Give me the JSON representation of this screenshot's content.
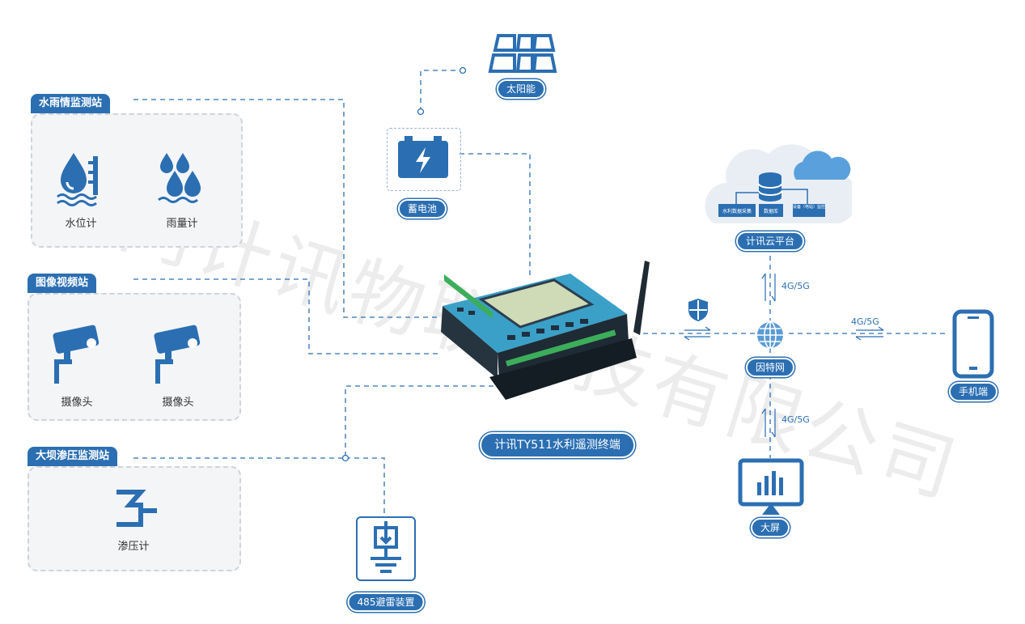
{
  "watermark": "厦门计讯物联科技有限公司",
  "stations": {
    "water_rain": {
      "title": "水雨情监测站",
      "devices": [
        {
          "label": "水位计",
          "icon": "water-level-icon"
        },
        {
          "label": "雨量计",
          "icon": "rain-gauge-icon"
        }
      ]
    },
    "image_video": {
      "title": "图像视频站",
      "devices": [
        {
          "label": "摄像头",
          "icon": "camera-icon"
        },
        {
          "label": "摄像头",
          "icon": "camera-icon"
        }
      ]
    },
    "dam_seepage": {
      "title": "大坝渗压监测站",
      "devices": [
        {
          "label": "渗压计",
          "icon": "piezometer-icon"
        }
      ]
    }
  },
  "nodes": {
    "solar": "太阳能",
    "battery": "蓄电池",
    "terminal": "计讯TY511水利遥测终端",
    "surge": "485避雷装置",
    "cloud": "计讯云平台",
    "internet": "因特网",
    "phone": "手机端",
    "screen": "大屏"
  },
  "cloud_items": [
    "水利数据采集",
    "数据库",
    "设备（电站）监控"
  ],
  "links": {
    "cloud_internet": "4G/5G",
    "internet_phone": "4G/5G",
    "internet_screen": "4G/5G"
  },
  "colors": {
    "accent": "#2b6fb2",
    "panel_bg": "#f4f5f7",
    "panel_border": "#cfd4da",
    "device": "#2f3f4c",
    "cloud": "#e9eef5"
  }
}
